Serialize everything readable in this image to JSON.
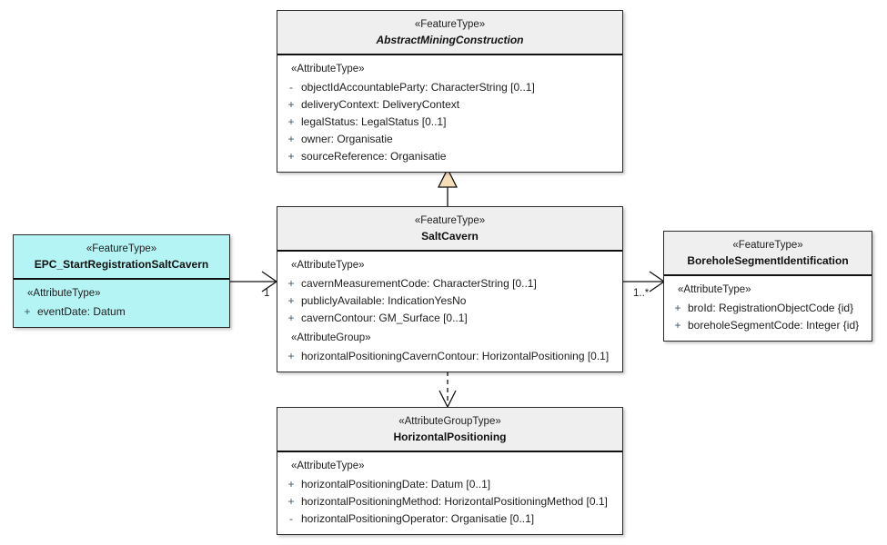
{
  "diagram": {
    "title": "SaltCavern UML class diagram",
    "colors": {
      "header_fill": "#efefef",
      "highlight_fill": "#b4f4f4",
      "generalization_fill": "#f5deb8",
      "line": "#111111",
      "visibility_text": "#3b5566"
    }
  },
  "classes": {
    "abstract_mining_construction": {
      "stereotype": "«FeatureType»",
      "name": "AbstractMiningConstruction",
      "italic": true,
      "compartments": [
        {
          "label": "«AttributeType»",
          "attributes": [
            {
              "visibility": "-",
              "signature": "objectIdAccountableParty: CharacterString [0..1]"
            },
            {
              "visibility": "+",
              "signature": "deliveryContext: DeliveryContext"
            },
            {
              "visibility": "+",
              "signature": "legalStatus: LegalStatus [0..1]"
            },
            {
              "visibility": "+",
              "signature": "owner: Organisatie"
            },
            {
              "visibility": "+",
              "signature": "sourceReference: Organisatie"
            }
          ]
        }
      ]
    },
    "salt_cavern": {
      "stereotype": "«FeatureType»",
      "name": "SaltCavern",
      "italic": false,
      "compartments": [
        {
          "label": "«AttributeType»",
          "attributes": [
            {
              "visibility": "+",
              "signature": "cavernMeasurementCode: CharacterString [0..1]"
            },
            {
              "visibility": "+",
              "signature": "publiclyAvailable: IndicationYesNo"
            },
            {
              "visibility": "+",
              "signature": "cavernContour: GM_Surface [0..1]"
            }
          ]
        },
        {
          "label": "«AttributeGroup»",
          "attributes": [
            {
              "visibility": "+",
              "signature": "horizontalPositioningCavernContour: HorizontalPositioning [0.1]"
            }
          ]
        }
      ]
    },
    "epc_start_registration_salt_cavern": {
      "stereotype": "«FeatureType»",
      "name": "EPC_StartRegistrationSaltCavern",
      "italic": false,
      "compartments": [
        {
          "label": "«AttributeType»",
          "attributes": [
            {
              "visibility": "+",
              "signature": "eventDate: Datum"
            }
          ]
        }
      ]
    },
    "borehole_segment_identification": {
      "stereotype": "«FeatureType»",
      "name": "BoreholeSegmentIdentification",
      "italic": false,
      "compartments": [
        {
          "label": "«AttributeType»",
          "attributes": [
            {
              "visibility": "+",
              "signature": "broId: RegistrationObjectCode {id}"
            },
            {
              "visibility": "+",
              "signature": "boreholeSegmentCode: Integer {id}"
            }
          ]
        }
      ]
    },
    "horizontal_positioning": {
      "stereotype": "«AttributeGroupType»",
      "name": "HorizontalPositioning",
      "italic": false,
      "compartments": [
        {
          "label": "«AttributeType»",
          "attributes": [
            {
              "visibility": "+",
              "signature": "horizontalPositioningDate: Datum [0..1]"
            },
            {
              "visibility": "+",
              "signature": "horizontalPositioningMethod: HorizontalPositioningMethod [0.1]"
            },
            {
              "visibility": "-",
              "signature": "horizontalPositioningOperator: Organisatie [0..1]"
            }
          ]
        }
      ]
    }
  },
  "relations": {
    "generalization": {
      "kind": "generalization",
      "from": "SaltCavern",
      "to": "AbstractMiningConstruction",
      "label": ""
    },
    "epc_to_saltcavern": {
      "kind": "association",
      "from": "EPC_StartRegistrationSaltCavern",
      "to": "SaltCavern",
      "target_multiplicity": "1"
    },
    "saltcavern_to_borehole": {
      "kind": "association",
      "from": "SaltCavern",
      "to": "BoreholeSegmentIdentification",
      "source_multiplicity": "1..*"
    },
    "saltcavern_to_horizontalpositioning": {
      "kind": "dependency",
      "from": "SaltCavern",
      "to": "HorizontalPositioning",
      "label": ""
    }
  }
}
